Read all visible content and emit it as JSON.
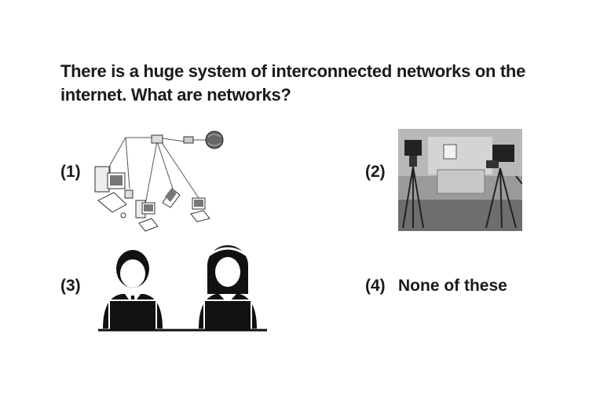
{
  "question": {
    "line1": "There is a huge system of interconnected networks on the",
    "line2": "internet. What are networks?"
  },
  "options": [
    {
      "number": "(1)",
      "icon": "computer-network-icon"
    },
    {
      "number": "(2)",
      "icon": "tv-studio-cameras-photo"
    },
    {
      "number": "(3)",
      "icon": "people-at-laptops-icon"
    },
    {
      "number": "(4)",
      "text": "None of these"
    }
  ]
}
